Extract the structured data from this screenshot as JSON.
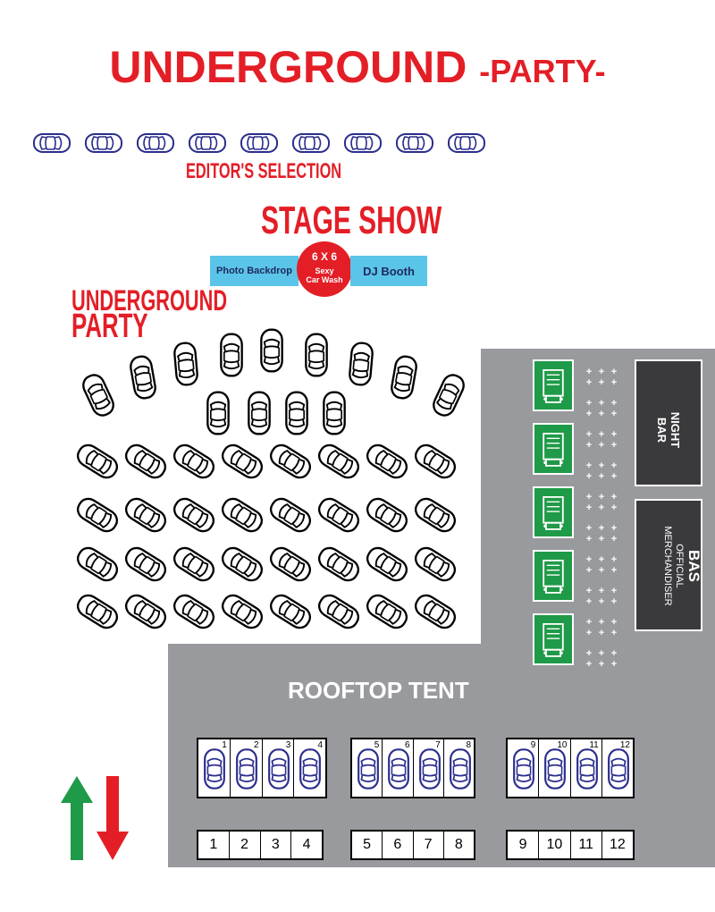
{
  "title": {
    "main": "UNDERGROUND",
    "sub": "-PARTY-"
  },
  "editors_selection": {
    "label": "EDITOR'S SELECTION",
    "car_count": 9
  },
  "stage": {
    "label": "STAGE SHOW",
    "photo_backdrop": "Photo Backdrop",
    "dj_booth": "DJ Booth",
    "car_wash_size": "6 X 6",
    "car_wash_line1": "Sexy",
    "car_wash_line2": "Car Wash"
  },
  "party_label": {
    "line1": "UNDERGROUND",
    "line2": "PARTY"
  },
  "areas": {
    "night_bar": "NIGHT BAR",
    "bas": "BAS",
    "merch_line1": "OFFICIAL",
    "merch_line2": "MERCHANDISER",
    "rooftop_tent": "ROOFTOP TENT"
  },
  "bays": [
    {
      "numbers": [
        "1",
        "2",
        "3",
        "4"
      ]
    },
    {
      "numbers": [
        "5",
        "6",
        "7",
        "8"
      ]
    },
    {
      "numbers": [
        "9",
        "10",
        "11",
        "12"
      ]
    }
  ],
  "colors": {
    "accent_red": "#e41e26",
    "stage_blue": "#5bc4e9",
    "truck_green": "#1f9a48",
    "floor_gray": "#999a9d",
    "bar_dark": "#3a3a3c",
    "car_blue": "#2b2e8c",
    "arrow_green": "#1f9a48",
    "arrow_red": "#e41e26"
  },
  "icons": {
    "car": "car-icon",
    "truck": "food-truck-icon",
    "seat": "seat-icon",
    "up": "arrow-up-icon",
    "down": "arrow-down-icon"
  }
}
